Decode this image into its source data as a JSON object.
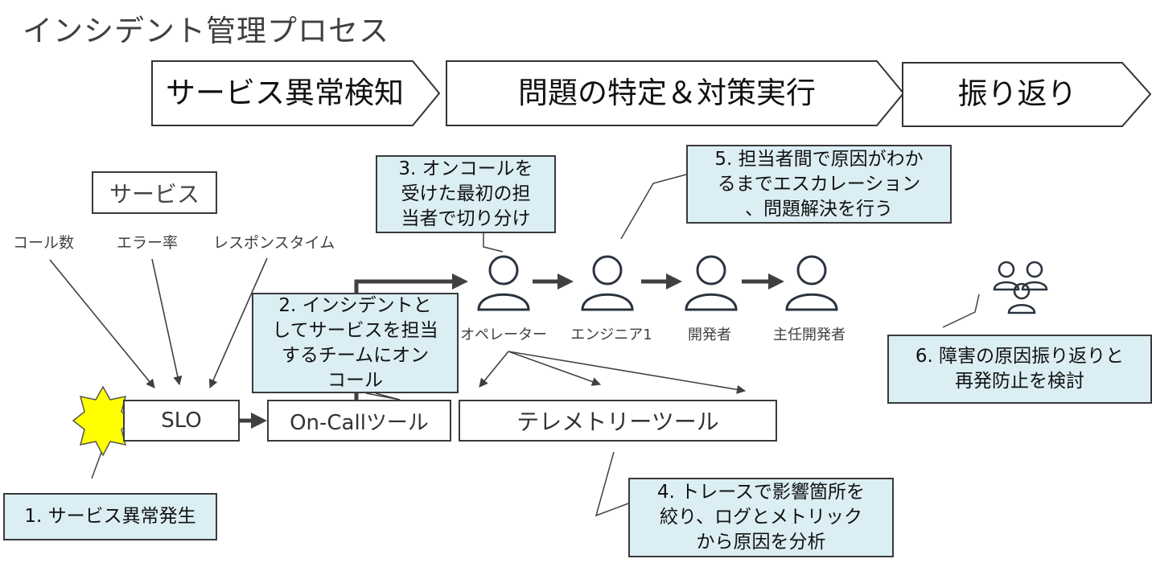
{
  "title": "インシデント管理プロセス",
  "phases": [
    {
      "label": "サービス異常検知"
    },
    {
      "label": "問題の特定＆対策実行"
    },
    {
      "label": "振り返り"
    }
  ],
  "service_box": {
    "label": "サービス"
  },
  "metrics": [
    "コール数",
    "エラー率",
    "レスポンスタイム"
  ],
  "tools": {
    "slo": "SLO",
    "oncall": "On-Callツール",
    "telemetry": "テレメトリーツール"
  },
  "people": [
    {
      "label": "オペレーター",
      "icon": "person-icon"
    },
    {
      "label": "エンジニア1",
      "icon": "person-icon"
    },
    {
      "label": "開発者",
      "icon": "person-icon"
    },
    {
      "label": "主任開発者",
      "icon": "person-icon"
    }
  ],
  "team_icon": "people-group-icon",
  "callouts": {
    "step1": "1. サービス異常発生",
    "step2": "2. インシデントと\nしてサービスを担当\nするチームにオン\nコール",
    "step3": "3. オンコールを\n受けた最初の担\n当者で切り分け",
    "step4": "4. トレースで影響箇所を\n絞り、ログとメトリック\nから原因を分析",
    "step5": "5. 担当者間で原因がわか\nるまでエスカレーション\n、問題解決を行う",
    "step6": "6. 障害の原因振り返りと\n再発防止を検討"
  },
  "colors": {
    "callout_fill": "#dbeef4",
    "alert_star": "#ffff00",
    "line": "#404040"
  }
}
